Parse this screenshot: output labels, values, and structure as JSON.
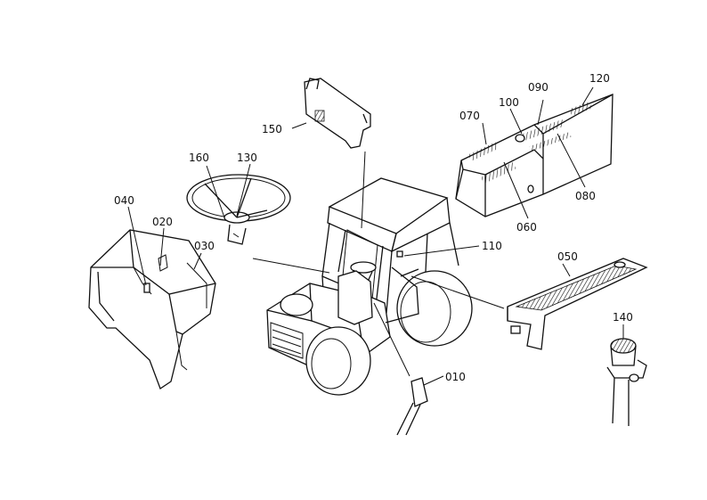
{
  "callouts": {
    "c010": "010",
    "c020": "020",
    "c030": "030",
    "c040": "040",
    "c050": "050",
    "c060": "060",
    "c070": "070",
    "c080": "080",
    "c090": "090",
    "c100": "100",
    "c110": "110",
    "c120": "120",
    "c130": "130",
    "c140": "140",
    "c150": "150",
    "c160": "160"
  }
}
